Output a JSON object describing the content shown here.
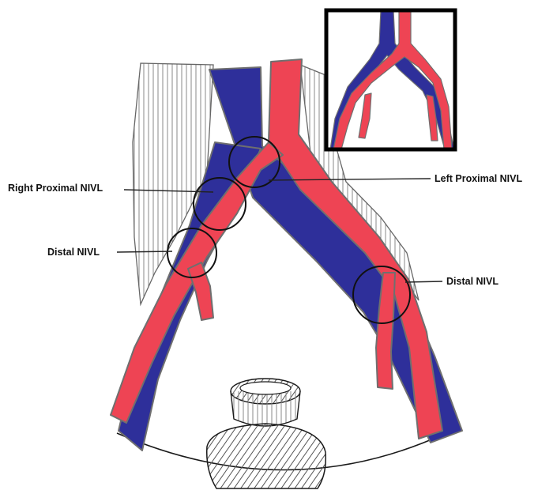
{
  "labels": {
    "right_proximal": "Right Proximal NIVL",
    "left_proximal": "Left Proximal NIVL",
    "distal_left_side": "Distal NIVL",
    "distal_right_side": "Distal NIVL"
  },
  "colors": {
    "vein": "#2e2f9a",
    "artery": "#ee4454",
    "vessel_outline": "#6f6f6f",
    "muscle_hatch": "#8a8a8a",
    "outline": "#1a1a1a"
  }
}
